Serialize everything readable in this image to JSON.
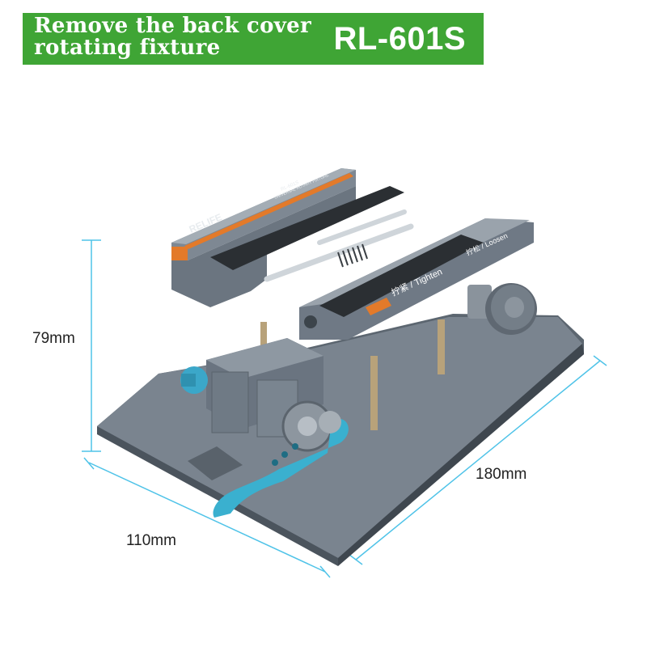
{
  "banner": {
    "title_line1": "Remove the back cover",
    "title_line2": "rotating fixture",
    "model": "RL-601S",
    "color": "#3fa535"
  },
  "product": {
    "brand": "RELIFE",
    "engraved_model": "RL-601S",
    "engraved_subtitle": "UNIVERSAL ROTARY FIXTURE",
    "tighten_label": "拧紧 / Tighten",
    "loosen_label": "拧松 / Loosen"
  },
  "dimensions": {
    "height": "79mm",
    "length": "180mm",
    "width": "110mm",
    "line_color": "#4fc3e8"
  }
}
